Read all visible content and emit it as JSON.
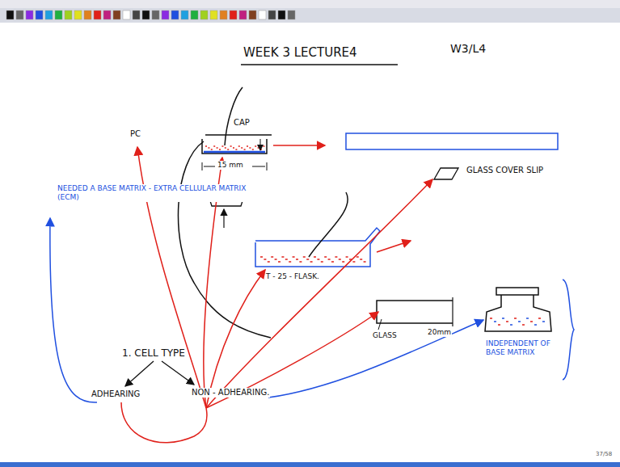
{
  "diagram": {
    "title": "WEEK 3 LECTURE4",
    "labels": [
      "W3/L4",
      "CAP",
      "PC",
      "15 mm",
      "GLASS COVER SLIP",
      "T - 25 - FLASK.",
      "NEEDED A BASE MATRIX - EXTRA CELLULAR MATRIX (ECM)",
      "1. CELL TYPE",
      "ADHEARING",
      "NON - ADHEARING.",
      "GLASS",
      "20mm",
      "INDEPENDENT OF BASE MATRIX",
      "37/58"
    ]
  }
}
